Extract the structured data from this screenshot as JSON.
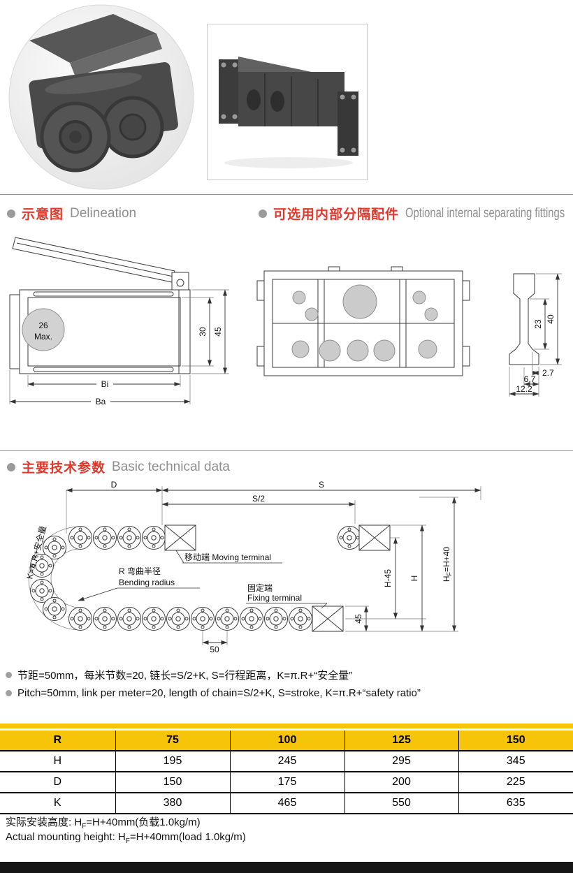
{
  "accent": {
    "red": "#e2382c",
    "gray": "#8f8f8f",
    "yellow": "#f6c50a"
  },
  "headings": {
    "delineation": {
      "zh": "示意图",
      "en": "Delineation"
    },
    "fittings": {
      "zh": "可选用内部分隔配件",
      "en": "Optional internal separating fittings"
    },
    "technical": {
      "zh": "主要技术参数",
      "en": "Basic technical data"
    }
  },
  "delineation": {
    "ball_line1": "26",
    "ball_line2": "Max.",
    "dim_30": "30",
    "dim_45": "45",
    "dim_bi": "Bi",
    "dim_ba": "Ba"
  },
  "separator": {
    "dim_23": "23",
    "dim_40": "40",
    "dim_2_7": "2.7",
    "dim_6_7": "6.7",
    "dim_12_2": "12.2"
  },
  "diagram": {
    "dim_d": "D",
    "dim_s": "S",
    "dim_s2": "S/2",
    "moving_terminal": "移动端 Moving terminal",
    "bending_zh": "R 弯曲半径",
    "bending_en": "Bending radius",
    "fixing_zh": "固定端",
    "fixing_en": "Fixing terminal",
    "k_label": "K=π.R+安全量",
    "dim_h45": "H-45",
    "dim_h": "H",
    "hf_pre": "H",
    "hf_sub": "F",
    "hf_post": "=H+40",
    "dim_45": "45",
    "dim_50": "50"
  },
  "notes": {
    "zh": "节距=50mm，每米节数=20, 链长=S/2+K, S=行程距离，K=π.R+“安全量”",
    "en": "Pitch=50mm, link per meter=20, length of chain=S/2+K, S=stroke, K=π.R+“safety ratio”"
  },
  "table": {
    "headers": [
      "R",
      "75",
      "100",
      "125",
      "150"
    ],
    "rows": [
      [
        "H",
        "195",
        "245",
        "295",
        "345"
      ],
      [
        "D",
        "150",
        "175",
        "200",
        "225"
      ],
      [
        "K",
        "380",
        "465",
        "550",
        "635"
      ]
    ]
  },
  "footer": {
    "zh_pre": "实际安装高度: H",
    "zh_sub": "F",
    "zh_post": "=H+40mm(负载1.0kg/m)",
    "en_pre": "Actual mounting height: H",
    "en_sub": "F",
    "en_post": "=H+40mm(load 1.0kg/m)"
  }
}
